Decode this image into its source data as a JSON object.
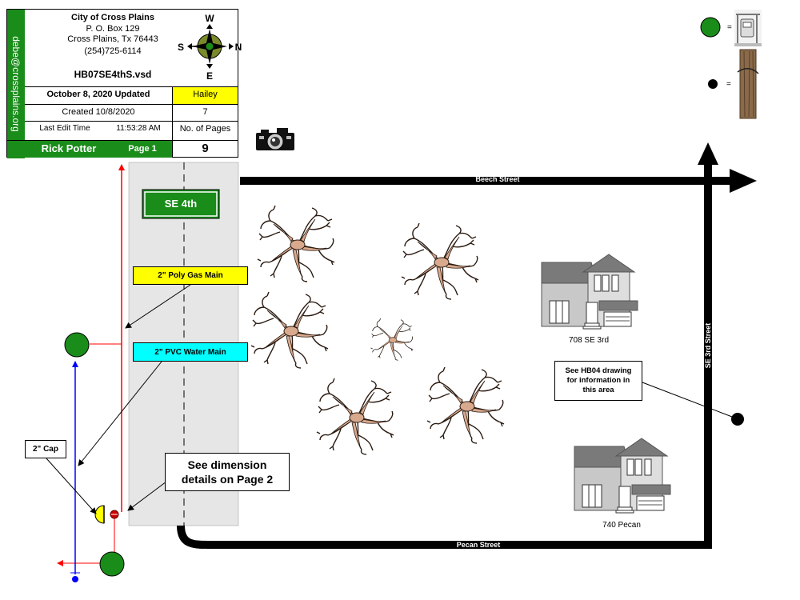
{
  "title_block": {
    "email": "debe@crossplains.org",
    "org_name": "City of Cross Plains",
    "po_box": "P. O. Box 129",
    "city_state": "Cross Plains, Tx  76443",
    "phone": "(254)725-6114",
    "file_name": "HB07SE4thS.vsd",
    "updated": "October 8, 2020 Updated",
    "person": "Hailey",
    "created": "Created 10/8/2020",
    "pages_value": "7",
    "last_edit_label": "Last Edit Time",
    "last_edit_time": "11:53:28 AM",
    "pages_label": "No. of Pages",
    "author": "Rick Potter",
    "page_label": "Page 1",
    "page_count": "9"
  },
  "compass": {
    "w": "W",
    "e": "E",
    "s": "S",
    "n": "N"
  },
  "legend": {
    "meter_equals": "=",
    "pole_equals": "="
  },
  "street_sign": "SE 4th",
  "labels": {
    "gas_main": "2\" Poly Gas Main",
    "water_main": "2\" PVC Water Main",
    "cap": "2\" Cap",
    "dimension_note": "See dimension details on Page 2",
    "hb04_note": "See HB04 drawing for information in this area"
  },
  "streets": {
    "beech": "Beech Street",
    "pecan": "Pecan Street",
    "se3rd": "SE 3rd Street"
  },
  "houses": {
    "house1": "708 SE 3rd",
    "house2": "740 Pecan"
  },
  "colors": {
    "green_fill": "#1a8c1a",
    "gas_yellow": "#ffff00",
    "water_cyan": "#00ffff",
    "water_line": "#0000ff",
    "gas_line": "#ff0000",
    "road_gray": "#e6e6e6"
  }
}
